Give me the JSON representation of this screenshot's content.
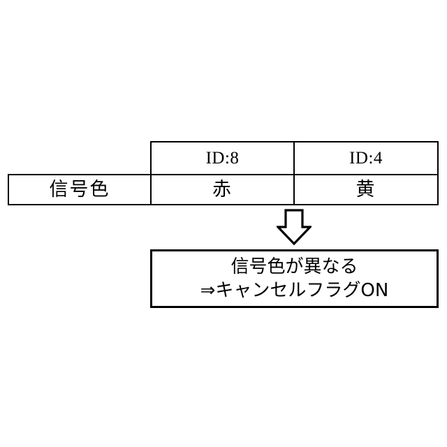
{
  "diagram": {
    "type": "table-with-conclusion",
    "background_color": "#ffffff",
    "line_color": "#000000",
    "table": {
      "columns": [
        {
          "key": "label",
          "header": ""
        },
        {
          "key": "id8",
          "header": "ID:8"
        },
        {
          "key": "id4",
          "header": "ID:4"
        }
      ],
      "rows": [
        {
          "label": "信号色",
          "id8": "赤",
          "id4": "黄"
        }
      ]
    },
    "arrow": {
      "icon": "down-block-arrow-icon",
      "direction": "down",
      "fill": "#ffffff",
      "stroke": "#000000"
    },
    "result": {
      "lines": [
        "信号色が異なる",
        "⇒キャンセルフラグON"
      ]
    }
  }
}
